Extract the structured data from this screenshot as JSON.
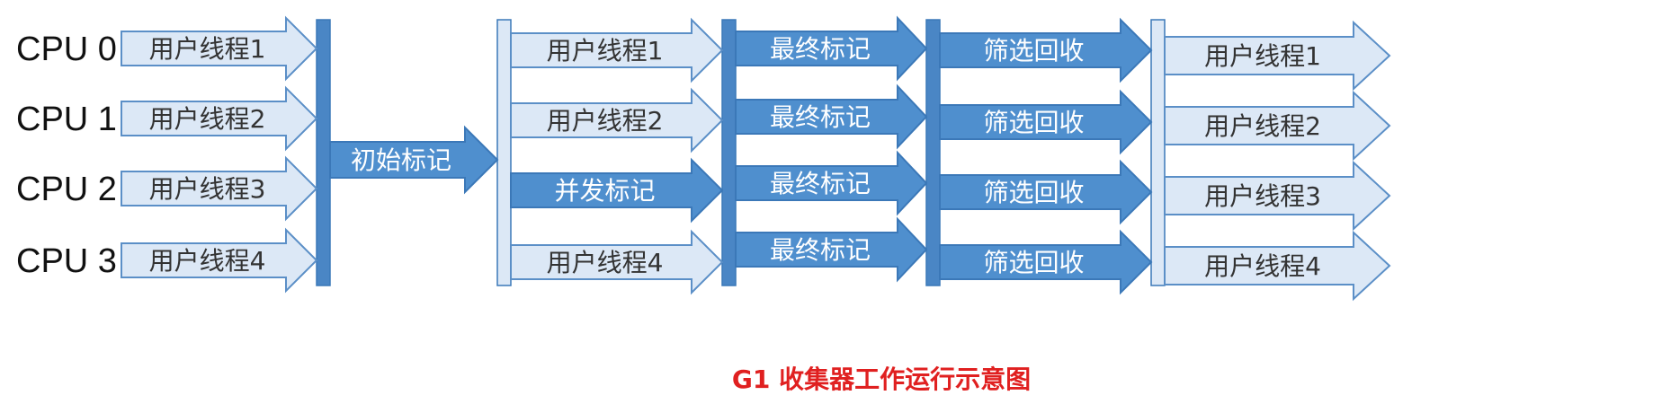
{
  "cpus": [
    "CPU 0",
    "CPU 1",
    "CPU 2",
    "CPU 3"
  ],
  "stage1": {
    "kind": "user",
    "labels": [
      "用户线程1",
      "用户线程2",
      "用户线程3",
      "用户线程4"
    ]
  },
  "initial_mark": {
    "kind": "gc",
    "label": "初始标记"
  },
  "stage2": {
    "items": [
      {
        "kind": "user",
        "label": "用户线程1"
      },
      {
        "kind": "user",
        "label": "用户线程2"
      },
      {
        "kind": "gc",
        "label": "并发标记"
      },
      {
        "kind": "user",
        "label": "用户线程4"
      }
    ]
  },
  "stage3": {
    "kind": "gc",
    "labels": [
      "最终标记",
      "最终标记",
      "最终标记",
      "最终标记"
    ]
  },
  "stage4": {
    "kind": "gc",
    "labels": [
      "筛选回收",
      "筛选回收",
      "筛选回收",
      "筛选回收"
    ]
  },
  "stage5": {
    "kind": "user",
    "labels": [
      "用户线程1",
      "用户线程2",
      "用户线程3",
      "用户线程4"
    ]
  },
  "caption": "G1 收集器工作运行示意图",
  "colors": {
    "user_fill": "#dce8f6",
    "user_stroke": "#5b8fc7",
    "user_text": "#333333",
    "gc_fill": "#4f8fce",
    "gc_stroke": "#3b78b8",
    "gc_text": "#ffffff",
    "safepoint_dark": "#4a86c5",
    "safepoint_light": "#dce8f6",
    "caption": "#e02020"
  }
}
